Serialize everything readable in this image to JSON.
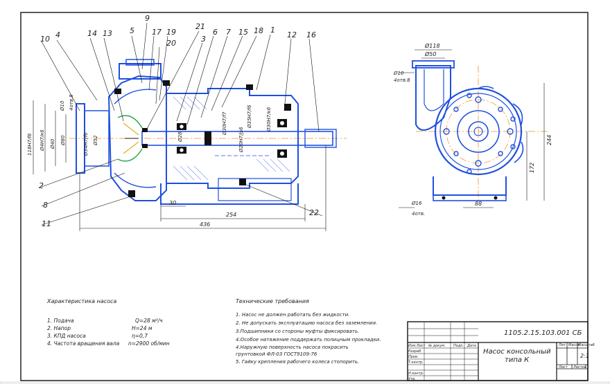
{
  "callouts": [
    "10",
    "4",
    "14",
    "13",
    "5",
    "9",
    "17",
    "19",
    "20",
    "21",
    "3",
    "6",
    "7",
    "15",
    "18",
    "1",
    "12",
    "16",
    "2",
    "8",
    "11",
    "22"
  ],
  "left_view_dims": {
    "d1": "Ø10",
    "d2": "4отв.8",
    "d3": "Ø40",
    "d4": "Ø80",
    "d5": "Ø34Н7/f6",
    "d6": "Ø52",
    "d7": "Ø4Н7/к6",
    "d8": "118Н7/f6",
    "d9": "Ø28",
    "d10": "Ø30Н7/f7",
    "d11": "Ø20Н7/js6",
    "d12": "Ø35Н7/f6",
    "d13": "Ø30Н7/к6",
    "len_30": "30",
    "len_254": "254",
    "len_436": "436"
  },
  "right_view_dims": {
    "d118": "Ø118",
    "d50": "Ø50",
    "d10": "Ø10",
    "holes_top": "4отв.8",
    "d16": "Ø16",
    "holes_bottom": "4отв.",
    "len_88": "88",
    "h_244": "244",
    "h_172": "172"
  },
  "characteristics": {
    "heading": "Характеристика насоса",
    "lines": [
      "1. Подача",
      "2. Напор",
      "3. КПД насоса",
      "4. Частота вращения вала"
    ],
    "values": [
      "Q=28 м³/ч",
      "Н=24 м",
      "η=0,7",
      "n=2900 об/мин"
    ]
  },
  "requirements": {
    "heading": "Технические требования",
    "lines": [
      "1. Насос не должен работать без жидкости.",
      "2. Не допускать эксплуатацию насоса без заземления.",
      "3.Подшипники со стороны муфты фиксировать.",
      "4.Особое натяжение поддержать полицным прокладки.",
      "4.Наружную поверхность насоса покрасить",
      "  грунтовкой ФЛ-03 ГОСТ9109-76",
      "5. Гайку крепления рабочего колеса стопорить."
    ]
  },
  "title_block": {
    "doc_code": "1105.2.15.103.001 СБ",
    "name_line1": "Насос консольный",
    "name_line2": "типа К",
    "col_lit": "Лит",
    "col_mass": "Масса",
    "col_scale": "Масштаб",
    "scale": "2:1",
    "sheet": "Лист",
    "sheets": "Листов",
    "sheets_count": "1",
    "row_labels": [
      "Изм.Лист",
      "Разраб.",
      "Пров.",
      "Т.контр.",
      "Н.контр.",
      "Утв."
    ],
    "col_labels": [
      "№ докум.",
      "Подп.",
      "Дата"
    ]
  }
}
